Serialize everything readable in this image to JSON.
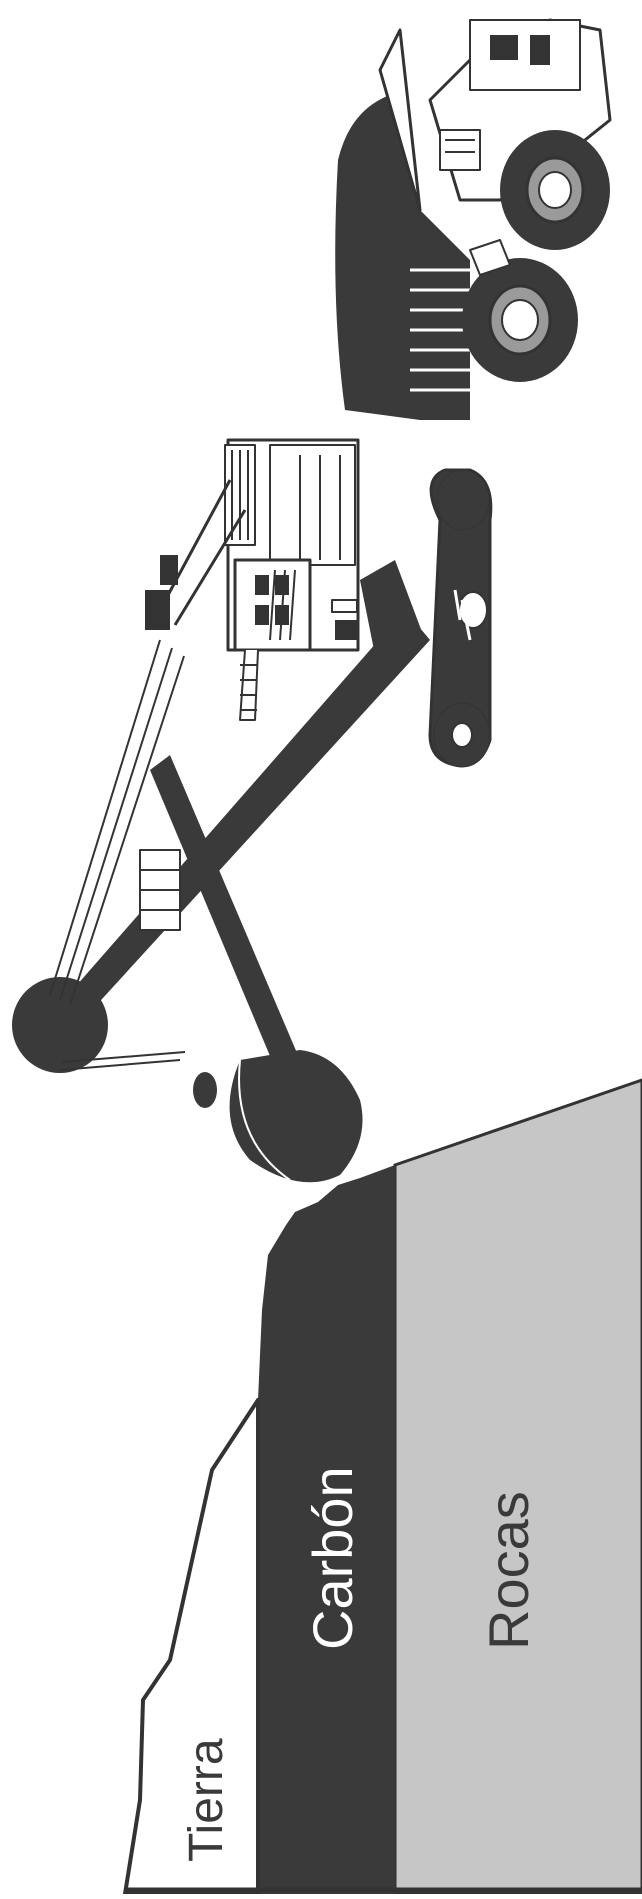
{
  "diagram": {
    "layers": [
      {
        "key": "soil",
        "label": "Tierra",
        "color": "#ffffff",
        "text_color": "#3a3a3a"
      },
      {
        "key": "coal",
        "label": "Carbón",
        "color": "#3a3a3a",
        "text_color": "#ffffff"
      },
      {
        "key": "rock",
        "label": "Rocas",
        "color": "#c6c6c6",
        "text_color": "#3a3a3a"
      }
    ],
    "equipment": [
      {
        "key": "shovel",
        "icon": "mining-shovel-icon"
      },
      {
        "key": "truck",
        "icon": "haul-truck-icon"
      }
    ],
    "colors": {
      "dark": "#3a3a3a",
      "light": "#c6c6c6",
      "outline": "#333333",
      "background": "#ffffff"
    }
  }
}
